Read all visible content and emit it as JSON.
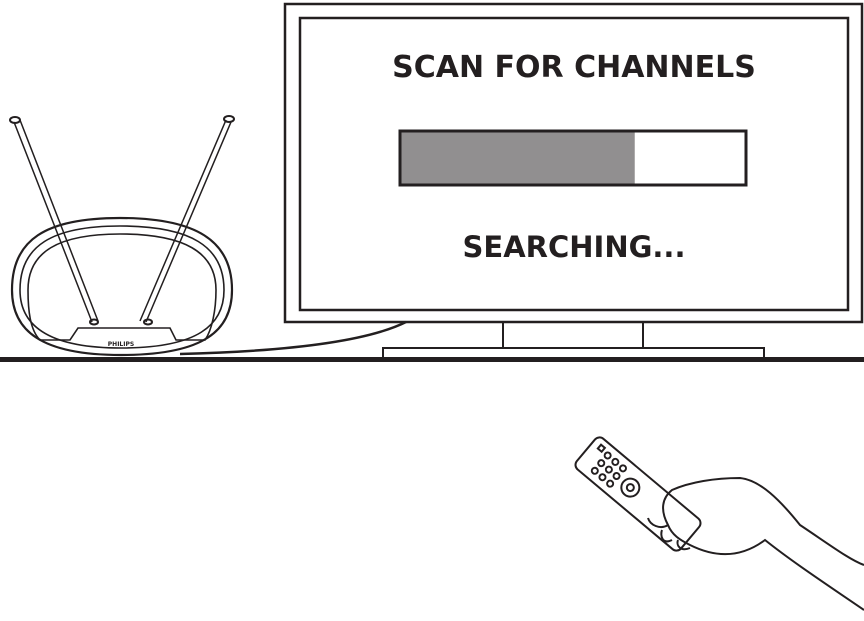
{
  "tv_screen": {
    "title": "SCAN FOR CHANNELS",
    "status": "SEARCHING...",
    "progress_fraction": 0.68,
    "progress_fill_color": "#918f90",
    "outline_color": "#231f20"
  },
  "antenna": {
    "brand_logo": "PHILIPS"
  },
  "icons": [
    "antenna-icon",
    "tv-icon",
    "remote-control-icon",
    "hand-icon"
  ]
}
